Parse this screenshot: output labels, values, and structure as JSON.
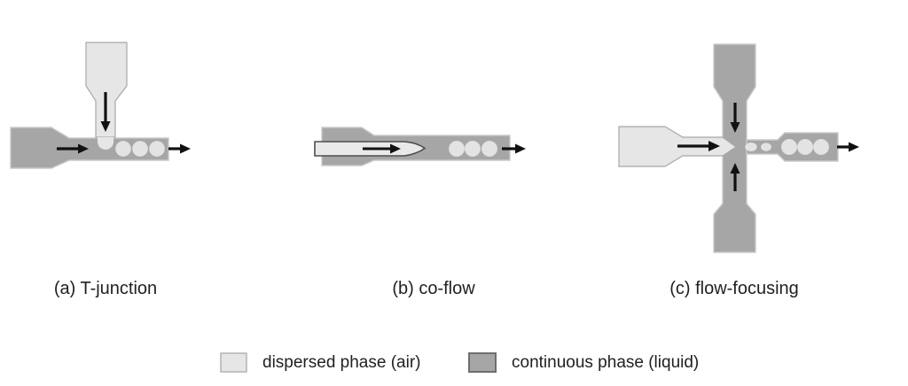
{
  "panels": {
    "a": {
      "label": "(a) T-junction"
    },
    "b": {
      "label": "(b) co-flow"
    },
    "c": {
      "label": "(c) flow-focusing"
    }
  },
  "legend": {
    "items": [
      {
        "label": "dispersed phase (air)",
        "color": "#e6e6e6",
        "border": "#b3b3b3"
      },
      {
        "label": "continuous phase (liquid)",
        "color": "#a6a6a6",
        "border": "#6e6e6e"
      }
    ]
  },
  "colors": {
    "background": "#ffffff",
    "dispersed_phase": "#e6e6e6",
    "continuous_phase": "#a6a6a6",
    "droplet": "#e3e3e3",
    "tube_fill": "#e9e9e9",
    "arrow": "#111111",
    "text": "#212121"
  },
  "icons": {
    "flow_arrow": "black arrow showing flow direction",
    "outlet_arrow": "black arrow showing outlet flow"
  }
}
